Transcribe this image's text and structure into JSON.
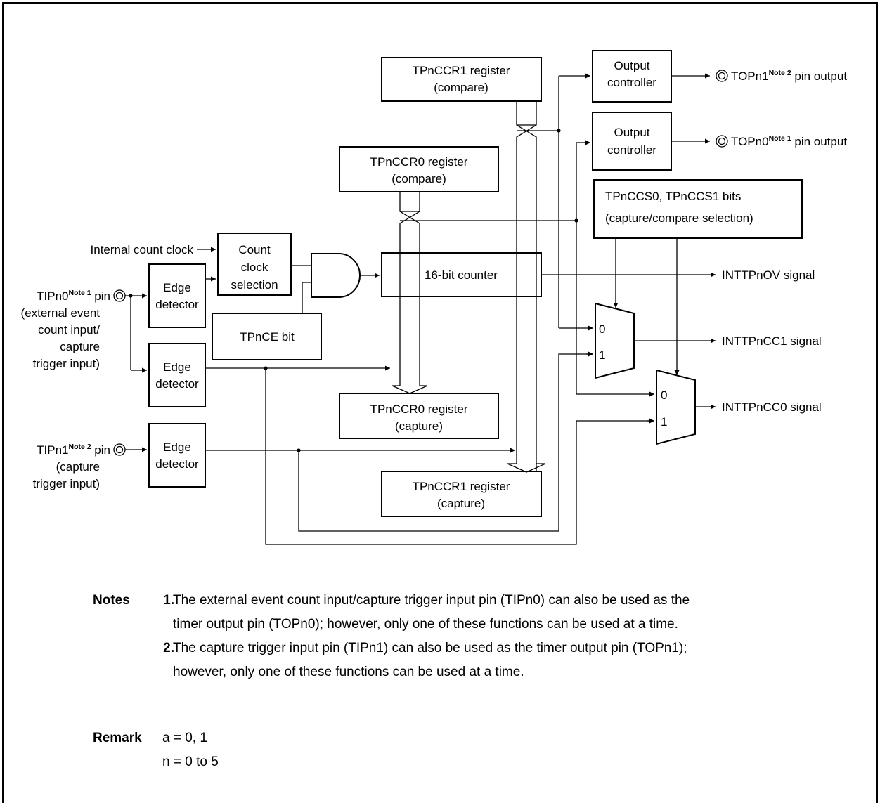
{
  "diagram": {
    "blocks": {
      "ccr1_compare": [
        "TPnCCR1 register",
        "(compare)"
      ],
      "ccr0_compare": [
        "TPnCCR0 register",
        "(compare)"
      ],
      "output_ctrl_1": [
        "Output",
        "controller"
      ],
      "output_ctrl_0": [
        "Output",
        "controller"
      ],
      "ccs_bits": [
        "TPnCCS0, TPnCCS1 bits",
        "(capture/compare selection)"
      ],
      "count_clock_sel": [
        "Count",
        "clock",
        "selection"
      ],
      "counter": "16-bit counter",
      "tpnce_bit": "TPnCE bit",
      "edge_detector_a": [
        "Edge",
        "detector"
      ],
      "edge_detector_b": [
        "Edge",
        "detector"
      ],
      "edge_detector_c": [
        "Edge",
        "detector"
      ],
      "ccr0_capture": [
        "TPnCCR0 register",
        "(capture)"
      ],
      "ccr1_capture": [
        "TPnCCR1 register",
        "(capture)"
      ]
    },
    "mux_inputs": {
      "in0": "0",
      "in1": "1"
    },
    "labels": {
      "internal_clock": "Internal count clock",
      "tipn0_main": "TIPn0",
      "tipn0_note": "Note 1",
      "tipn0_pin": " pin",
      "tipn0_desc": [
        "(external event",
        "count input/",
        "capture",
        "trigger input)"
      ],
      "tipn1_main": "TIPn1",
      "tipn1_note": "Note 2",
      "tipn1_pin": " pin",
      "tipn1_desc": [
        "(capture",
        "trigger input)"
      ],
      "topn1_main": "TOPn1",
      "topn1_note": "Note 2",
      "topn1_pin": " pin output",
      "topn0_main": "TOPn0",
      "topn0_note": "Note 1",
      "topn0_pin": " pin output",
      "intovf": "INTTPnOV signal",
      "intcc1": "INTTPnCC1 signal",
      "intcc0": "INTTPnCC0 signal"
    }
  },
  "notes": {
    "heading": "Notes",
    "items": [
      {
        "num": "1.",
        "lines": [
          "The external event count input/capture trigger input pin (TIPn0) can also be used as the",
          "timer output pin (TOPn0); however, only one of these functions can be used at a time."
        ]
      },
      {
        "num": "2.",
        "lines": [
          "The capture trigger input pin (TIPn1) can also be used as the timer output pin (TOPn1);",
          "however, only one of these functions can be used at a time."
        ]
      }
    ]
  },
  "remark": {
    "heading": "Remark",
    "lines": [
      "a = 0, 1",
      "n = 0 to 5"
    ]
  }
}
